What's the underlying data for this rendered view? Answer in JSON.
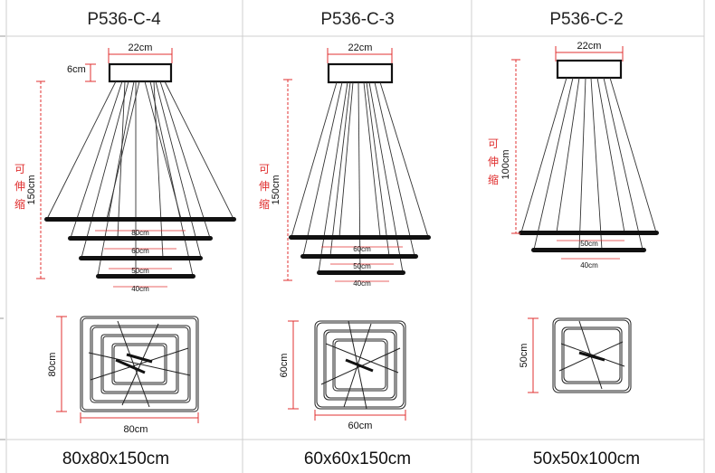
{
  "header": {
    "col1": "P536-C-4",
    "col2": "P536-C-3",
    "col3": "P536-C-2"
  },
  "footer": {
    "col1": "80x80x150cm",
    "col2": "60x60x150cm",
    "col3": "50x50x100cm"
  },
  "models": [
    {
      "canopy_width": "22cm",
      "canopy_height": "6cm",
      "adjustable_cn": [
        "可",
        "伸",
        "缩"
      ],
      "height": "150cm",
      "ring_labels": [
        "80cm",
        "60cm",
        "50cm",
        "40cm"
      ],
      "square_height": "80cm",
      "square_width": "80cm"
    },
    {
      "canopy_width": "22cm",
      "adjustable_cn": [
        "可",
        "伸",
        "缩"
      ],
      "height": "150cm",
      "ring_labels": [
        "60cm",
        "50cm",
        "40cm"
      ],
      "square_height": "60cm",
      "square_width": "60cm"
    },
    {
      "canopy_width": "22cm",
      "adjustable_cn": [
        "可",
        "伸",
        "缩"
      ],
      "height": "100cm",
      "ring_labels": [
        "50cm",
        "40cm"
      ],
      "square_height": "50cm"
    }
  ],
  "colors": {
    "dimension_red": "#e03030",
    "ring_black": "#111111",
    "grid_line": "#cccccc"
  }
}
